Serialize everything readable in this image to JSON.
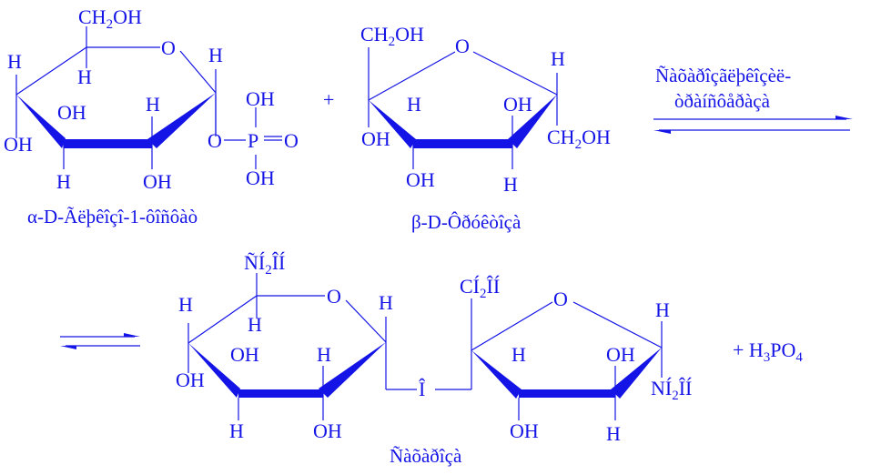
{
  "colors": {
    "ink": "#1414e6"
  },
  "glucose_phosphate": {
    "ch2oh": "CH",
    "ch2oh_sub": "2",
    "ch2oh_tail": "OH",
    "ring_o": "O",
    "h_c1": "H",
    "h_c5": "H",
    "h_c4": "H",
    "oh_c4": "OH",
    "oh_c3": "OH",
    "h_c3": "H",
    "h_c2": "H",
    "oh_c2": "OH",
    "o_link": "O",
    "p": "P",
    "p_o": "O",
    "p_oh_top": "OH",
    "p_oh_bottom": "OH",
    "caption": "α-D-Ãëþêîçî-1-ôîñôàò"
  },
  "plus_sign": "+",
  "fructose": {
    "ch2oh_top": "CH",
    "ch2oh_top_sub": "2",
    "ch2oh_top_tail": "OH",
    "ring_o": "O",
    "h_right": "H",
    "oh_left": "OH",
    "h_c3": "H",
    "oh_c4": "OH",
    "ch2oh_right": "CH",
    "ch2oh_right_sub": "2",
    "ch2oh_right_tail": "OH",
    "oh_bottom": "OH",
    "h_bottom": "H",
    "caption": "β-D-Ôðóêòîçà"
  },
  "enzyme": {
    "line1": "Ñàõàðîçãëþêîçèë-",
    "line2": "òðàíñôåðàçà"
  },
  "sucrose": {
    "glc_top": "ÑÍ",
    "glc_top_sub": "2",
    "glc_top_tail": "ÎÍ",
    "glc_ring_o": "O",
    "glc_h_c1": "H",
    "glc_h_c5": "H",
    "glc_h_c4": "H",
    "glc_oh_c4": "OH",
    "glc_oh_c3": "OH",
    "glc_h_c3": "H",
    "glc_h_c2": "H",
    "glc_oh_c2": "OH",
    "bridge_o": "Î",
    "fru_top": "CÍ",
    "fru_top_sub": "2",
    "fru_top_tail": "ÎÍ",
    "fru_ring_o": "O",
    "fru_h_right": "H",
    "fru_h_c3": "H",
    "fru_oh_c4": "OH",
    "fru_right": "NÍ",
    "fru_right_sub": "2",
    "fru_right_tail": "ÎÍ",
    "fru_oh_bottom": "OH",
    "fru_h_bottom": "H",
    "caption": "Ñàõàðîçà"
  },
  "product": {
    "prefix": "+ H",
    "sub1": "3",
    "mid": "PO",
    "sub2": "4"
  }
}
